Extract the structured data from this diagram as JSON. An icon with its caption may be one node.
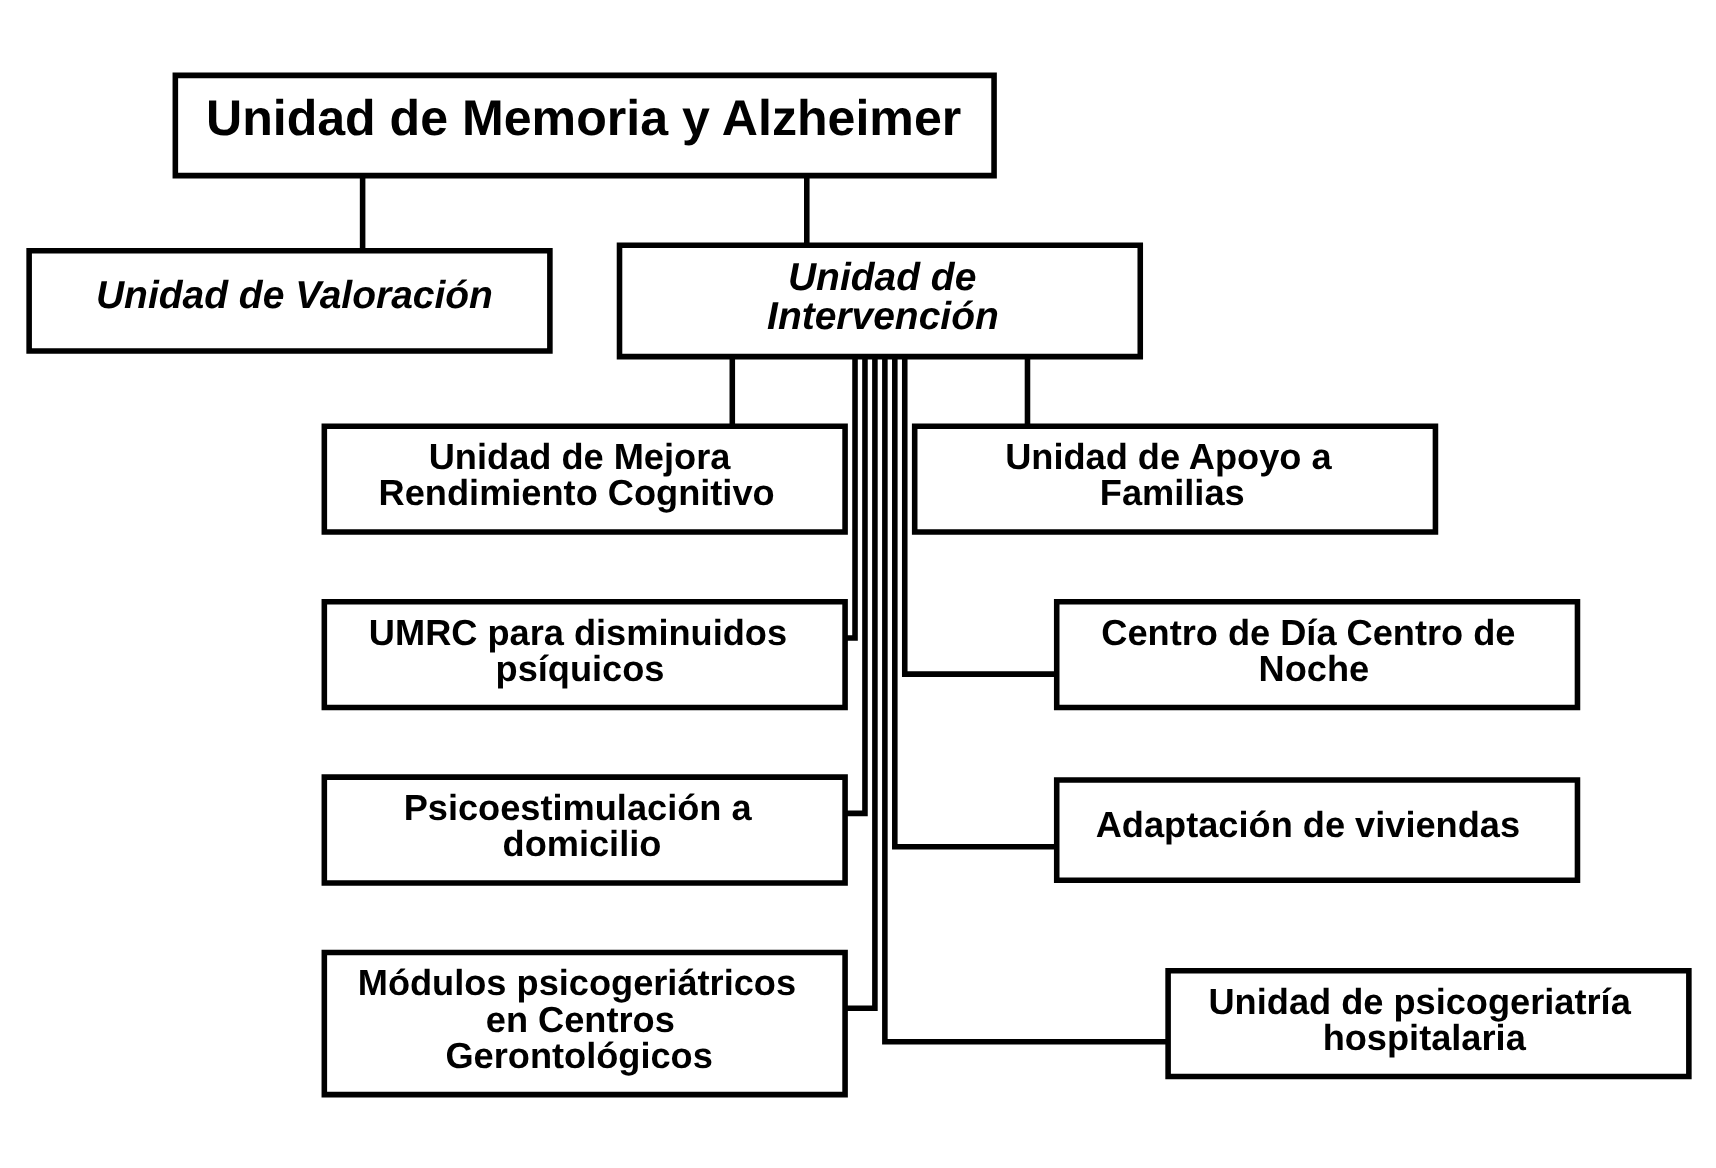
{
  "diagram": {
    "nodes": [
      {
        "text": [
          "Unidad de Memoria y Alzheimer"
        ]
      },
      {
        "text": [
          "Unidad de Valoración"
        ]
      },
      {
        "text": [
          "Unidad de Intervención"
        ]
      },
      {
        "text": [
          "Unidad de Mejora Rendimiento Cognitivo"
        ]
      },
      {
        "text": [
          "Unidad de Apoyo a Familias"
        ]
      },
      {
        "text": [
          "UMRC para disminuidos psíquicos"
        ]
      },
      {
        "text": [
          "Centro de Día Centro de Noche"
        ]
      },
      {
        "text": [
          "Psicoestimulación a domicilio"
        ]
      },
      {
        "text": [
          "Adaptación de viviendas"
        ]
      },
      {
        "text": [
          "Módulos psicogeriátricos en Centros Gerontológicos"
        ]
      },
      {
        "text": [
          "Unidad de psicogeriatría hospitalaria"
        ]
      }
    ],
    "edges": [
      {
        "from": 0,
        "to": 1,
        "arrow": "none"
      },
      {
        "from": 0,
        "to": 2,
        "arrow": "none"
      },
      {
        "from": 2,
        "to": 3,
        "arrow": "none"
      },
      {
        "from": 2,
        "to": 4,
        "arrow": "none"
      },
      {
        "from": 2,
        "to": 5,
        "arrow": "none"
      },
      {
        "from": 2,
        "to": 6,
        "arrow": "none"
      },
      {
        "from": 2,
        "to": 7,
        "arrow": "none"
      },
      {
        "from": 2,
        "to": 8,
        "arrow": "none"
      },
      {
        "from": 2,
        "to": 9,
        "arrow": "none"
      },
      {
        "from": 2,
        "to": 10,
        "arrow": "none"
      }
    ]
  }
}
